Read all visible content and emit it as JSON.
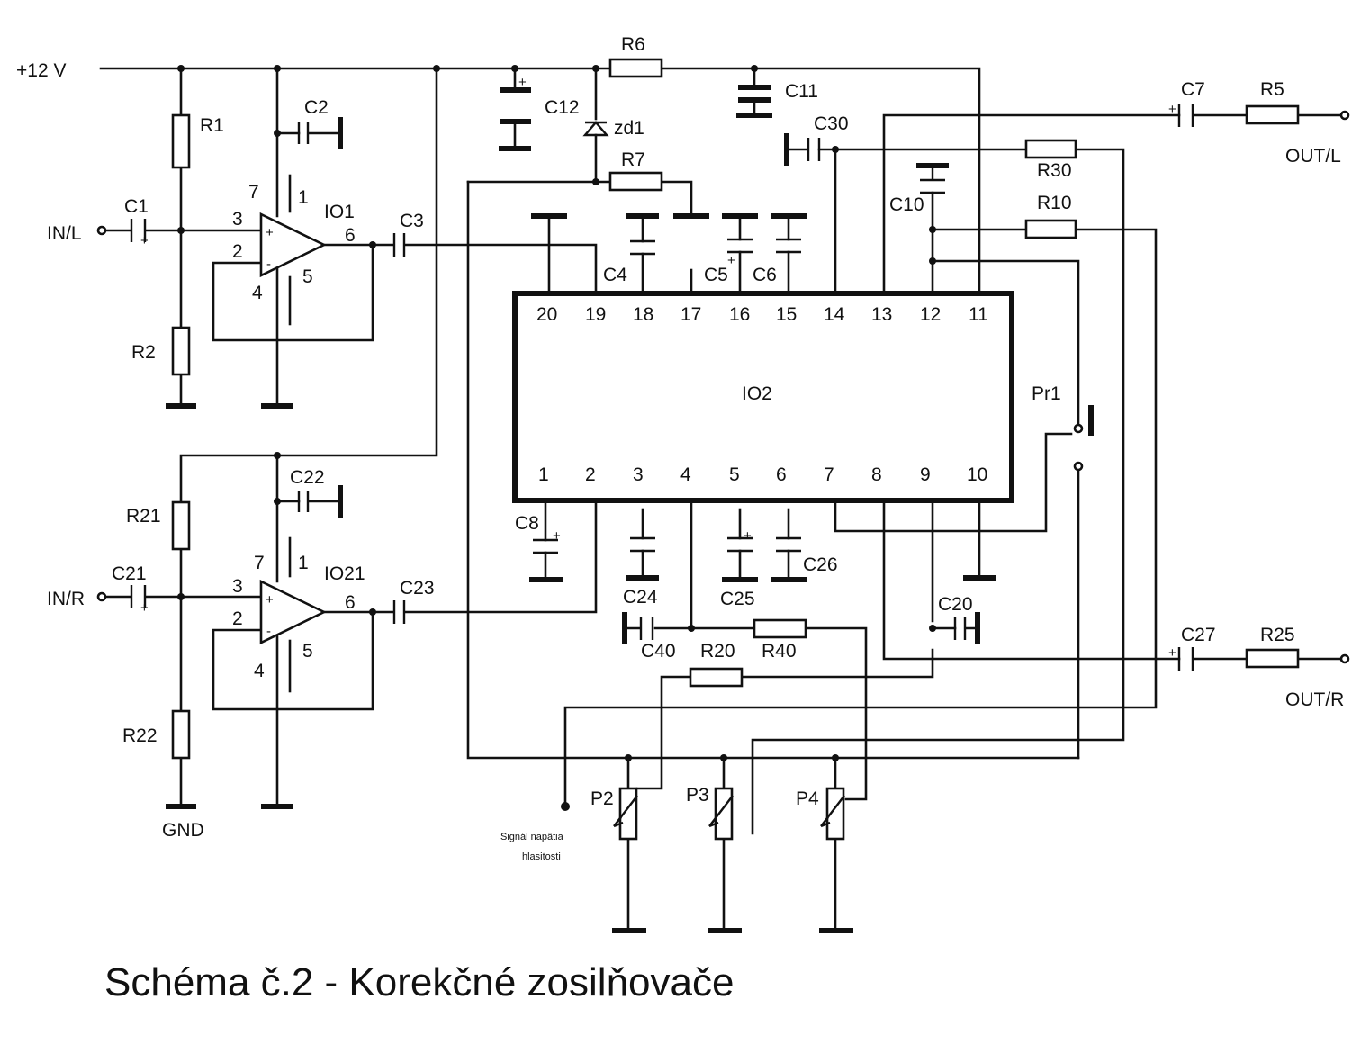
{
  "title": "Schéma č.2 - Korekčné zosilňovače",
  "supply_label": "+12 V",
  "ground_label": "GND",
  "inputs": {
    "left": "IN/L",
    "right": "IN/R"
  },
  "outputs": {
    "left": "OUT/L",
    "right": "OUT/R"
  },
  "ic_main": {
    "name": "IO2",
    "top_pins": [
      "20",
      "19",
      "18",
      "17",
      "16",
      "15",
      "14",
      "13",
      "12",
      "11"
    ],
    "bottom_pins": [
      "1",
      "2",
      "3",
      "4",
      "5",
      "6",
      "7",
      "8",
      "9",
      "10"
    ]
  },
  "opamp_left": {
    "name": "IO1",
    "pins": {
      "p7": "7",
      "p1": "1",
      "p3": "3",
      "p2": "2",
      "p4": "4",
      "p5": "5",
      "p6": "6"
    }
  },
  "opamp_right": {
    "name": "IO21",
    "pins": {
      "p7": "7",
      "p1": "1",
      "p3": "3",
      "p2": "2",
      "p4": "4",
      "p5": "5",
      "p6": "6"
    }
  },
  "components": {
    "R1": "R1",
    "R2": "R2",
    "R5": "R5",
    "R6": "R6",
    "R7": "R7",
    "R10": "R10",
    "R20": "R20",
    "R21": "R21",
    "R22": "R22",
    "R25": "R25",
    "R30": "R30",
    "R40": "R40",
    "C1": "C1",
    "C2": "C2",
    "C3": "C3",
    "C4": "C4",
    "C5": "C5",
    "C6": "C6",
    "C7": "C7",
    "C8": "C8",
    "C10": "C10",
    "C11": "C11",
    "C12": "C12",
    "C20": "C20",
    "C21": "C21",
    "C22": "C22",
    "C23": "C23",
    "C24": "C24",
    "C25": "C25",
    "C26": "C26",
    "C27": "C27",
    "C30": "C30",
    "C40": "C40",
    "ZD1": "zd1",
    "P2": "P2",
    "P3": "P3",
    "P4": "P4",
    "PR1": "Pr1"
  },
  "volume_signal_label": {
    "line1": "Signál napätia",
    "line2": "hlasitosti"
  }
}
